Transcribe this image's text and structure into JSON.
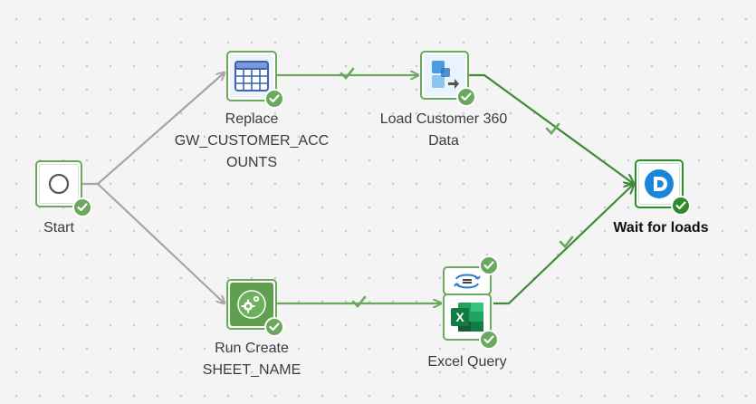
{
  "nodes": {
    "start": {
      "label": "Start",
      "icon": "circle-icon"
    },
    "replace": {
      "label_lines": [
        "Replace",
        "GW_CUSTOMER_ACC",
        "OUNTS"
      ],
      "icon": "table-grid-icon"
    },
    "load360": {
      "label_lines": [
        "Load Customer 360",
        "Data"
      ],
      "icon": "data-load-icon"
    },
    "run_create": {
      "label_lines": [
        "Run Create",
        "SHEET_NAME"
      ],
      "icon": "gears-icon"
    },
    "excel_query": {
      "label": "Excel Query",
      "icons": [
        "sync-icon",
        "excel-icon"
      ]
    },
    "wait": {
      "label": "Wait for loads",
      "icon": "d-logo-icon"
    }
  },
  "status": {
    "node_state": "success",
    "edge_state": "success"
  },
  "colors": {
    "success": "#6aa85d",
    "success_dark": "#2f8b2a",
    "active_edge": "#3f8a37",
    "idle_edge": "#a5a5a5",
    "brand_blue": "#1b86d9"
  }
}
